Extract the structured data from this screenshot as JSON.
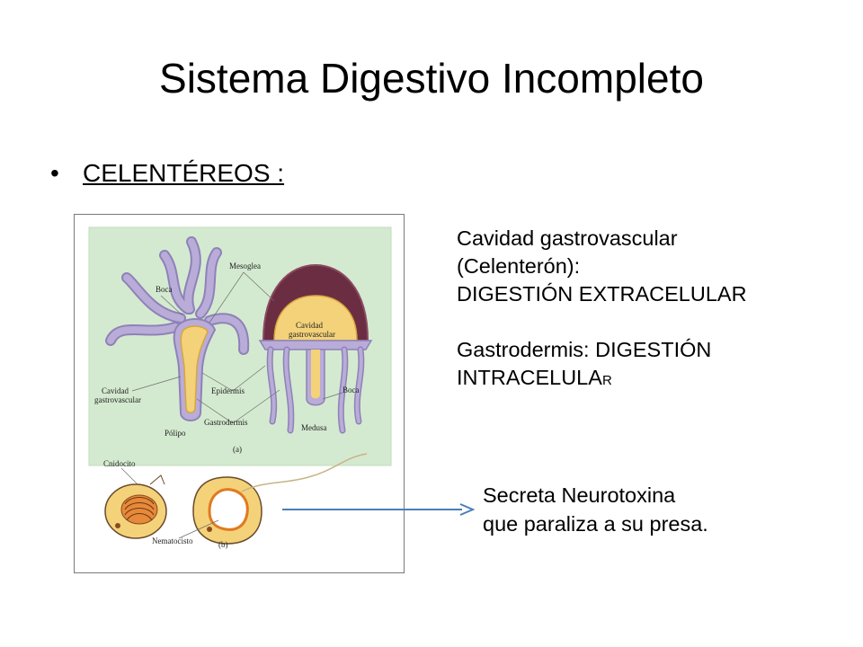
{
  "slide": {
    "title": "Sistema Digestivo Incompleto",
    "bullet_label": "CELENTÉREOS :"
  },
  "info": {
    "line1": "Cavidad gastrovascular",
    "line2": "(Celenterón):",
    "line3": "DIGESTIÓN EXTRACELULAR",
    "line4": "Gastrodermis: DIGESTIÓN",
    "line5_main": "INTRACELULA",
    "line5_small": "R"
  },
  "note": {
    "line1": "Secreta Neurotoxina",
    "line2": "que paraliza a su presa."
  },
  "figure": {
    "labels": {
      "boca_polyp": "Boca",
      "mesoglea": "Mesoglea",
      "cavidad_medusa_1": "Cavidad",
      "cavidad_medusa_2": "gastrovascular",
      "cavidad_polyp_1": "Cavidad",
      "cavidad_polyp_2": "gastrovascular",
      "epidermis": "Epidermis",
      "boca_medusa": "Boca",
      "gastrodermis": "Gastrodermis",
      "polipo": "Pólipo",
      "medusa": "Medusa",
      "panel_a": "(a)",
      "cnidocito": "Cnidocito",
      "nematocisto": "Nematocisto",
      "panel_b": "(b)"
    }
  },
  "colors": {
    "background": "#ffffff",
    "panel_green": "#d4ead0",
    "tentacle_lavender": "#b9acd8",
    "tentacle_outline": "#8e82b8",
    "gastro_yellow": "#f3d27a",
    "mesoglea_maroon": "#6b2d42",
    "arrow_blue": "#4a7ebb"
  }
}
